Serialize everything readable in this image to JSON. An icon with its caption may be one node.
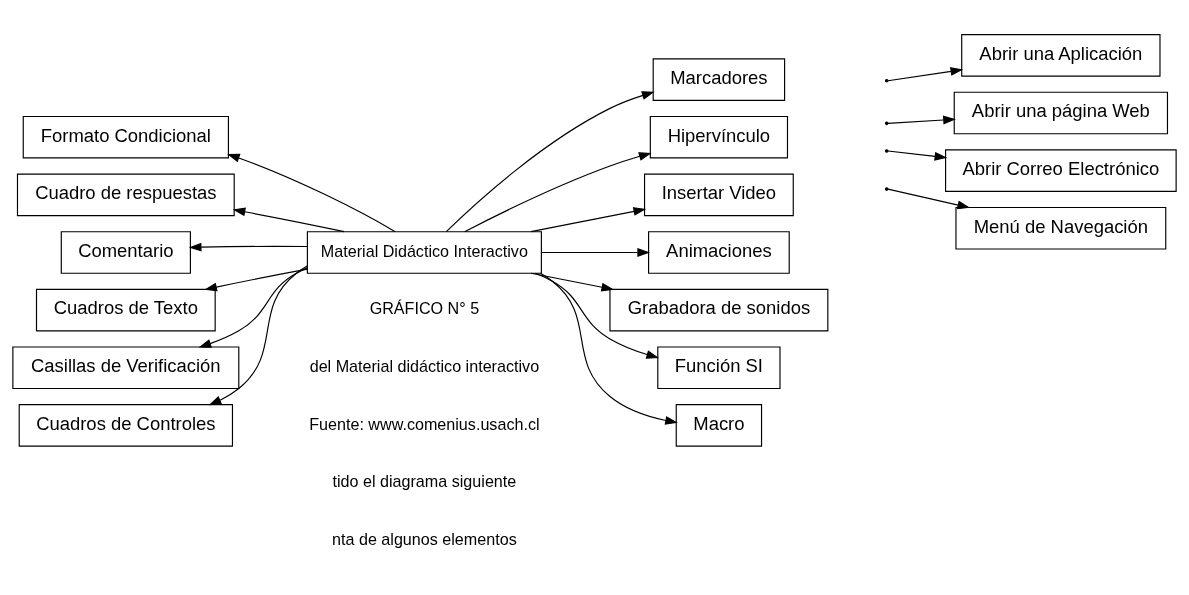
{
  "diagram": {
    "nodes": [
      {
        "text": [
          "Material Didáctico Interactivo"
        ]
      },
      {
        "text": [
          "Formato Condicional"
        ]
      },
      {
        "text": [
          "Cuadro de respuestas"
        ]
      },
      {
        "text": [
          "Comentario"
        ]
      },
      {
        "text": [
          "Cuadros de Texto"
        ]
      },
      {
        "text": [
          "Casillas de Verificación"
        ]
      },
      {
        "text": [
          "Cuadros de Controles"
        ]
      },
      {
        "text": [
          "Marcadores"
        ]
      },
      {
        "text": [
          "Hipervínculo"
        ]
      },
      {
        "text": [
          "Insertar Video"
        ]
      },
      {
        "text": [
          "Animaciones"
        ]
      },
      {
        "text": [
          "Grabadora de sonidos"
        ]
      },
      {
        "text": [
          "Función SI"
        ]
      },
      {
        "text": [
          "Macro"
        ]
      },
      {
        "text": [
          "Abrir una Aplicación"
        ]
      },
      {
        "text": [
          "Abrir una página Web"
        ]
      },
      {
        "text": [
          "Abrir Correo Electrónico"
        ]
      },
      {
        "text": [
          "Menú de Navegación"
        ]
      }
    ],
    "edges": [
      {
        "from": 0,
        "to": 1,
        "arrow": "to"
      },
      {
        "from": 0,
        "to": 2,
        "arrow": "to"
      },
      {
        "from": 0,
        "to": 3,
        "arrow": "to"
      },
      {
        "from": 0,
        "to": 4,
        "arrow": "to"
      },
      {
        "from": 0,
        "to": 5,
        "arrow": "to"
      },
      {
        "from": 0,
        "to": 6,
        "arrow": "to"
      },
      {
        "from": 0,
        "to": 7,
        "arrow": "to"
      },
      {
        "from": 0,
        "to": 8,
        "arrow": "to"
      },
      {
        "from": 0,
        "to": 9,
        "arrow": "to"
      },
      {
        "from": 0,
        "to": 10,
        "arrow": "to"
      },
      {
        "from": 0,
        "to": 11,
        "arrow": "to"
      },
      {
        "from": 0,
        "to": 12,
        "arrow": "to"
      },
      {
        "from": 0,
        "to": 13,
        "arrow": "to"
      },
      {
        "from": null,
        "to": 14,
        "arrow": "to"
      },
      {
        "from": null,
        "to": 15,
        "arrow": "to"
      },
      {
        "from": null,
        "to": 16,
        "arrow": "to"
      },
      {
        "from": null,
        "to": 17,
        "arrow": "to"
      }
    ],
    "labels": [
      "GRÁFICO N° 5",
      "del Material didáctico interactivo",
      "Fuente: www.comenius.usach.cl",
      "tido el diagrama siguiente",
      "nta de algunos elementos"
    ]
  }
}
